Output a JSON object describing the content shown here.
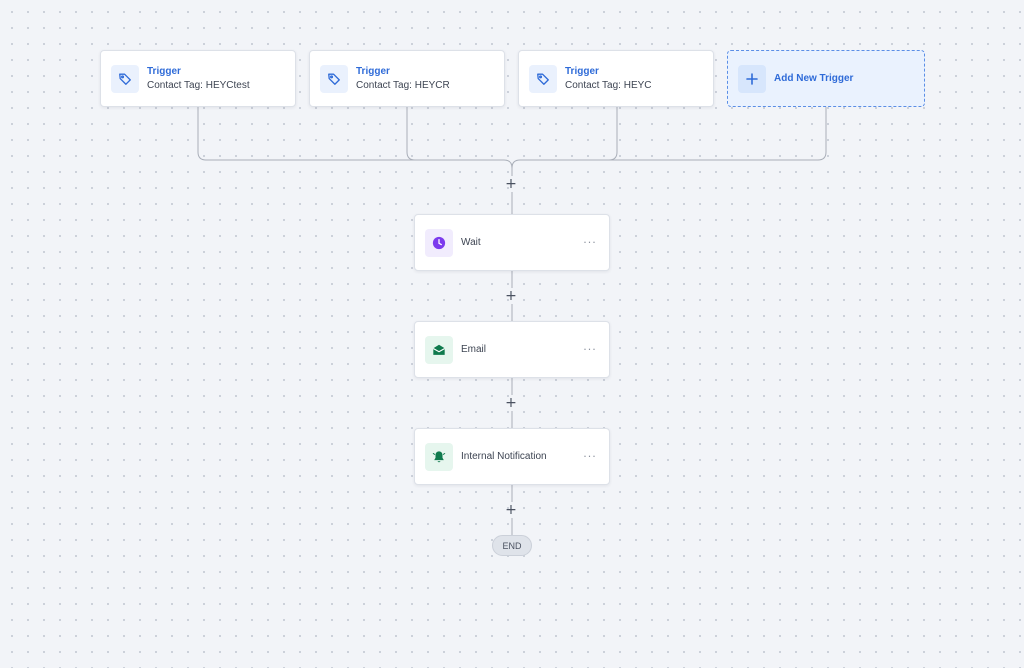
{
  "triggers": [
    {
      "title": "Trigger",
      "subtitle": "Contact Tag: HEYCtest",
      "icon": "tag-icon"
    },
    {
      "title": "Trigger",
      "subtitle": "Contact Tag: HEYCR",
      "icon": "tag-icon"
    },
    {
      "title": "Trigger",
      "subtitle": "Contact Tag: HEYC",
      "icon": "tag-icon"
    }
  ],
  "add_trigger": {
    "label": "Add New Trigger",
    "icon": "plus-icon"
  },
  "steps": [
    {
      "label": "Wait",
      "icon": "clock-icon",
      "icon_color": "#7c3aed",
      "icon_bg": "#f1ecfd"
    },
    {
      "label": "Email",
      "icon": "envelope-icon",
      "icon_color": "#0f7a4d",
      "icon_bg": "#e6f6ee"
    },
    {
      "label": "Internal Notification",
      "icon": "bell-icon",
      "icon_color": "#0f7a4d",
      "icon_bg": "#e6f6ee"
    }
  ],
  "add_step_symbol": "+",
  "more_symbol": "···",
  "end_label": "END",
  "colors": {
    "accent": "#2f6bd8",
    "connector": "#a9aeb8",
    "canvas": "#f2f4f8"
  }
}
